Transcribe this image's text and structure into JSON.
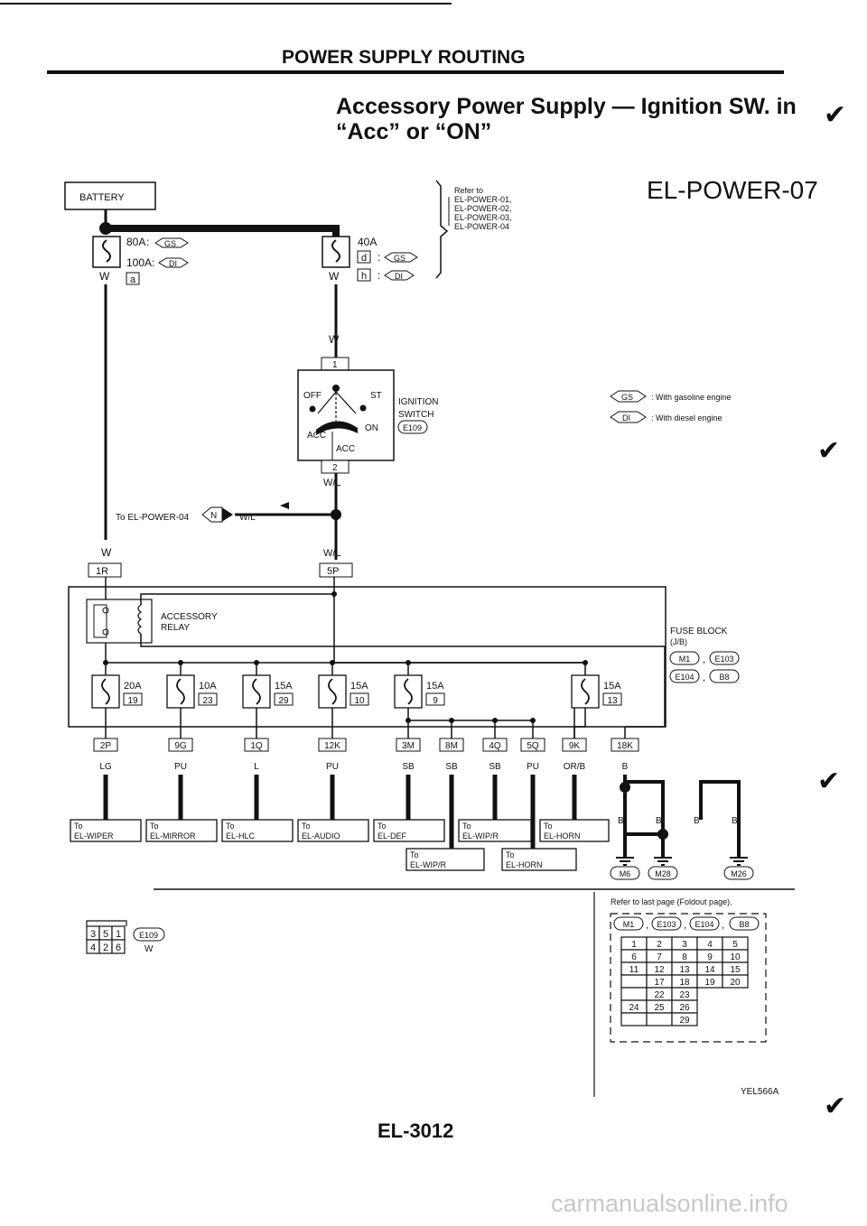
{
  "header": {
    "section_title": "POWER SUPPLY ROUTING",
    "subtitle_line1": "Accessory Power Supply — Ignition SW. in",
    "subtitle_line2": "“Acc” or “ON”",
    "diagram_id": "EL-POWER-07"
  },
  "battery": {
    "label": "BATTERY"
  },
  "fuses_top": [
    {
      "rating_gs": "80A",
      "rating_di": "100A",
      "ref": "a",
      "wire": "W"
    },
    {
      "rating": "40A",
      "ref_gs": "d",
      "ref_di": "h",
      "wire": "W"
    }
  ],
  "refer_note": [
    "Refer to",
    "EL-POWER-01,",
    "EL-POWER-02,",
    "EL-POWER-03,",
    "EL-POWER-04"
  ],
  "ignition": {
    "connector_top": "1",
    "connector_bottom": "2",
    "positions": {
      "off": "OFF",
      "st": "ST",
      "acc": "ACC",
      "on": "ON"
    },
    "acc_label": "ACC",
    "title1": "IGNITION",
    "title2": "SWITCH",
    "connector_id": "E109",
    "wire_top": "W",
    "wire_bottom": "W/L"
  },
  "legend": [
    {
      "code": "GS",
      "text": ": With gasoline engine"
    },
    {
      "code": "DI",
      "text": ": With diesel engine"
    }
  ],
  "branch": {
    "label": "To EL-POWER-04",
    "code": "N",
    "wire": "W/L"
  },
  "relay": {
    "line1": "ACCESSORY",
    "line2": "RELAY",
    "conn_in": "1R",
    "wire_in": "W",
    "conn_5p": "5P",
    "wire_5p": "W/L"
  },
  "fuse_block": {
    "title": "FUSE BLOCK",
    "sub": "(J/B)",
    "conns": [
      "M1",
      "E103",
      "E104",
      "B8"
    ],
    "sep": ","
  },
  "fuses": [
    {
      "rating": "20A",
      "num": "19"
    },
    {
      "rating": "10A",
      "num": "23"
    },
    {
      "rating": "15A",
      "num": "29"
    },
    {
      "rating": "15A",
      "num": "10"
    },
    {
      "rating": "15A",
      "num": "9"
    },
    {
      "rating": "15A",
      "num": "13"
    }
  ],
  "outputs": [
    {
      "conn": "2P",
      "wire": "LG"
    },
    {
      "conn": "9G",
      "wire": "PU"
    },
    {
      "conn": "1Q",
      "wire": "L"
    },
    {
      "conn": "12K",
      "wire": "PU"
    },
    {
      "conn": "3M",
      "wire": "SB"
    },
    {
      "conn": "8M",
      "wire": "SB"
    },
    {
      "conn": "4Q",
      "wire": "SB"
    },
    {
      "conn": "5Q",
      "wire": "PU"
    },
    {
      "conn": "9K",
      "wire": "OR/B"
    },
    {
      "conn": "18K",
      "wire": "B"
    }
  ],
  "destinations": [
    {
      "to": "To",
      "name": "EL-WIPER"
    },
    {
      "to": "To",
      "name": "EL-MIRROR"
    },
    {
      "to": "To",
      "name": "EL-HLC"
    },
    {
      "to": "To",
      "name": "EL-AUDIO"
    },
    {
      "to": "To",
      "name": "EL-DEF"
    },
    {
      "to": "To",
      "name": "EL-WIP/R"
    },
    {
      "to": "To",
      "name": "EL-HORN"
    },
    {
      "to": "To",
      "name": "EL-WIP/R"
    },
    {
      "to": "To",
      "name": "EL-HORN"
    }
  ],
  "grounds": {
    "wires": [
      "B",
      "B",
      "B",
      "B"
    ],
    "conns": [
      "M6",
      "M28",
      "M26"
    ]
  },
  "footer": {
    "conn_small": {
      "cells": [
        "3",
        "5",
        "1",
        "4",
        "2",
        "6"
      ],
      "id": "E109",
      "color": "W"
    },
    "refer_last": "Refer to last page (Foldout page).",
    "grid_conns": [
      "M1",
      "E103",
      "E104",
      "B8"
    ],
    "grid": [
      [
        "1",
        "2",
        "3",
        "4",
        "5"
      ],
      [
        "6",
        "7",
        "8",
        "9",
        "10"
      ],
      [
        "11",
        "12",
        "13",
        "14",
        "15"
      ],
      [
        "",
        "17",
        "18",
        "19",
        "20"
      ],
      [
        "",
        "22",
        "23",
        "",
        ""
      ],
      [
        "24",
        "25",
        "26",
        "",
        ""
      ],
      [
        "",
        "",
        "29",
        "",
        ""
      ]
    ],
    "code": "YEL566A",
    "page": "EL-3012",
    "watermark": "carmanualsonline.info"
  }
}
